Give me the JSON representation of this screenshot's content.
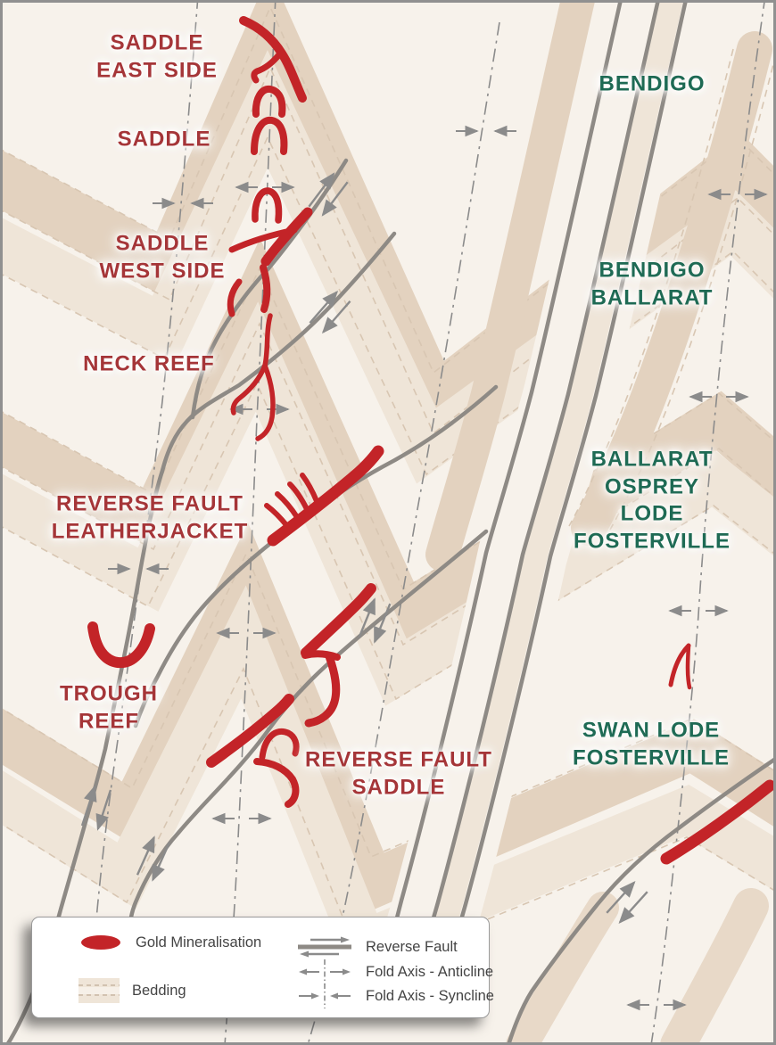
{
  "map_labels": {
    "mineralisation": [
      {
        "id": "saddle-east-side",
        "text": "SADDLE\nEAST SIDE"
      },
      {
        "id": "saddle",
        "text": "SADDLE"
      },
      {
        "id": "saddle-west-side",
        "text": "SADDLE\nWEST SIDE"
      },
      {
        "id": "neck-reef",
        "text": "NECK REEF"
      },
      {
        "id": "reverse-fault-leatherjacket",
        "text": "REVERSE FAULT\nLEATHERJACKET"
      },
      {
        "id": "trough-reef",
        "text": "TROUGH\nREEF"
      },
      {
        "id": "reverse-fault-saddle",
        "text": "REVERSE FAULT\nSADDLE"
      }
    ],
    "locations": [
      {
        "id": "bendigo",
        "text": "BENDIGO"
      },
      {
        "id": "bendigo-ballarat",
        "text": "BENDIGO\nBALLARAT"
      },
      {
        "id": "ballarat-osprey-lode-fosterville",
        "text": "BALLARAT\nOSPREY LODE\nFOSTERVILLE"
      },
      {
        "id": "swan-lode-fosterville",
        "text": "SWAN LODE\nFOSTERVILLE"
      }
    ]
  },
  "legend": {
    "gold_mineralisation": "Gold Mineralisation",
    "bedding": "Bedding",
    "reverse_fault": "Reverse Fault",
    "fold_axis_anticline": "Fold Axis - Anticline",
    "fold_axis_syncline": "Fold Axis - Syncline"
  },
  "colors": {
    "gold_red": "#C32428",
    "mineralisation_label_red": "#A53538",
    "location_label_green": "#1E6A54",
    "fault_gray": "#8E8A85",
    "fold_axis_gray": "#8B8B8B",
    "bedding_light": "#F7F2EB",
    "bedding_medium": "#EFE5D8",
    "bedding_dark": "#E3D2BF",
    "bedding_dash": "#D8C6B2",
    "legend_text": "#444444"
  },
  "symbols": {
    "gold_mineralisation_icon": "red ellipse",
    "bedding_icon": "beige swatch with dashed bedding lines",
    "reverse_fault_icon": "gray fault line with opposing half-arrows",
    "fold_axis_anticline_icon": "dash-dot axis with outward arrows",
    "fold_axis_syncline_icon": "dash-dot axis with inward arrows"
  }
}
